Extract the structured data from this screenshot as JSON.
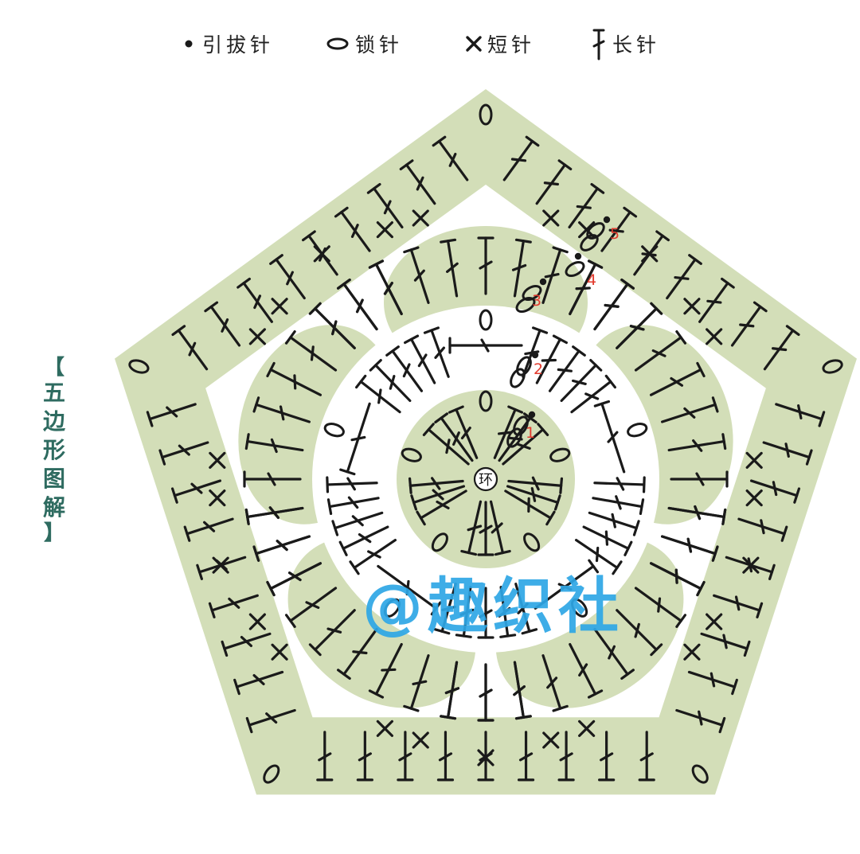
{
  "legend": [
    {
      "symbol": "slip-stitch-dot",
      "label": "引拔针"
    },
    {
      "symbol": "chain-oval",
      "label": "锁针"
    },
    {
      "symbol": "single-crochet-x",
      "label": "短针"
    },
    {
      "symbol": "double-crochet-t",
      "label": "长针"
    }
  ],
  "title": {
    "open": "【",
    "chars": [
      "五",
      "边",
      "形",
      "图",
      "解"
    ],
    "close": "】"
  },
  "center_label": "环",
  "round_numbers": [
    "1",
    "2",
    "3",
    "4",
    "5"
  ],
  "watermark": "@趣织社",
  "colors": {
    "green_fill": "#d3deb8",
    "stroke": "#1a1a1a",
    "round_number": "#e23b2e",
    "title": "#2e6b60",
    "watermark": "#2ea7e6"
  }
}
